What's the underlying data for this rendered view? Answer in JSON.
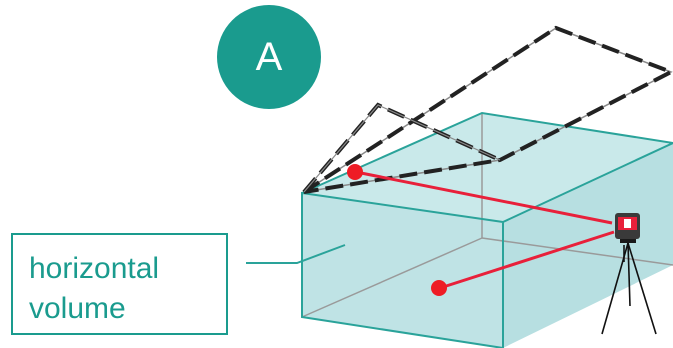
{
  "badge": {
    "letter": "A"
  },
  "label": {
    "line1": "horizontal",
    "line2": "volume"
  },
  "colors": {
    "accent": "#1a9b8e",
    "volume_fill": "#bfe3e5",
    "volume_edge": "#2aa39a",
    "laser": "#e8203a",
    "target_dot": "#ee1c25",
    "dashed_outline": "#222222"
  },
  "icons": [
    "laser-level-icon",
    "tripod-icon",
    "target-point-icon"
  ]
}
